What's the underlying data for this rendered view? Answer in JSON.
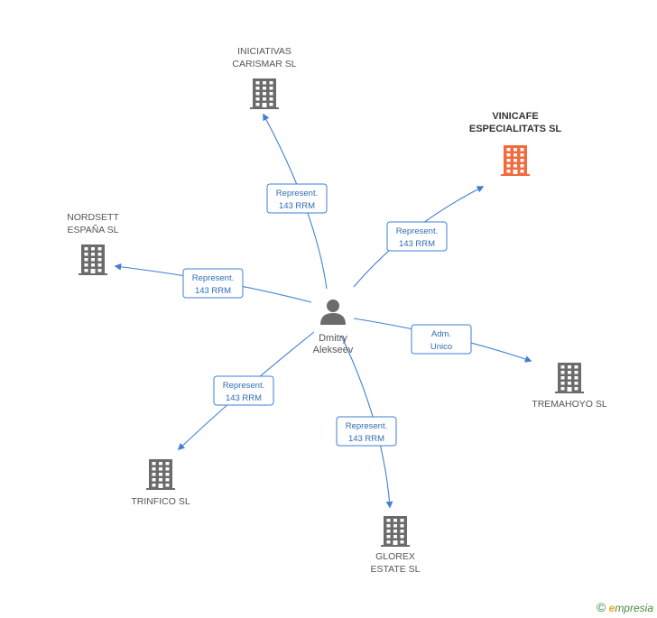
{
  "center": {
    "first_name": "Dmitry",
    "last_name": "Alekseev",
    "icon": "person-icon"
  },
  "companies": [
    {
      "id": "iniciativas",
      "lines": [
        "INICIATIVAS",
        "CARISMAR SL"
      ],
      "highlight": false,
      "icon": "building-icon"
    },
    {
      "id": "vinicafe",
      "lines": [
        "VINICAFE",
        "ESPECIALITATS SL"
      ],
      "highlight": true,
      "icon": "building-icon"
    },
    {
      "id": "nordsett",
      "lines": [
        "NORDSETT",
        "ESPAÑA SL"
      ],
      "highlight": false,
      "icon": "building-icon"
    },
    {
      "id": "tremahoyo",
      "lines": [
        "TREMAHOYO SL"
      ],
      "highlight": false,
      "icon": "building-icon"
    },
    {
      "id": "trinfico",
      "lines": [
        "TRINFICO SL"
      ],
      "highlight": false,
      "icon": "building-icon"
    },
    {
      "id": "glorex",
      "lines": [
        "GLOREX",
        "ESTATE SL"
      ],
      "highlight": false,
      "icon": "building-icon"
    }
  ],
  "edges": [
    {
      "to": "iniciativas",
      "lines": [
        "Represent.",
        "143 RRM"
      ]
    },
    {
      "to": "vinicafe",
      "lines": [
        "Represent.",
        "143 RRM"
      ]
    },
    {
      "to": "nordsett",
      "lines": [
        "Represent.",
        "143 RRM"
      ]
    },
    {
      "to": "tremahoyo",
      "lines": [
        "Adm.",
        "Unico"
      ]
    },
    {
      "to": "trinfico",
      "lines": [
        "Represent.",
        "143 RRM"
      ]
    },
    {
      "to": "glorex",
      "lines": [
        "Represent.",
        "143 RRM"
      ]
    }
  ],
  "colors": {
    "edge": "#3f7fd6",
    "building": "#6b6b6b",
    "building_highlight": "#f26a3d",
    "label_border": "#3f7fd6"
  },
  "footer": {
    "copyright": "©",
    "brand_first": "e",
    "brand_rest": "mpresia"
  }
}
